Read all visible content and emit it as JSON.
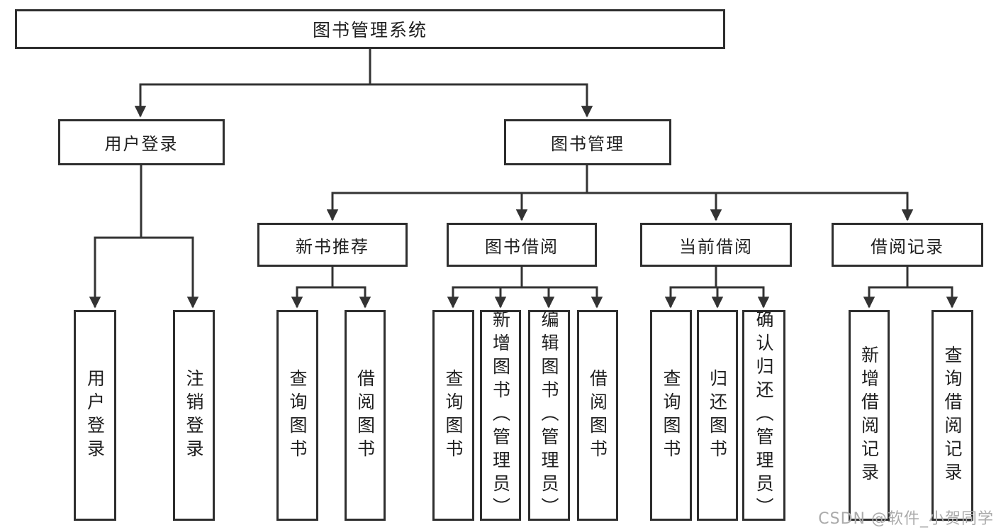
{
  "diagram": {
    "root_label": "图书管理系统",
    "branches": [
      {
        "label": "用户登录",
        "children": [
          {
            "label": "用户登录"
          },
          {
            "label": "注销登录"
          }
        ]
      },
      {
        "label": "图书管理",
        "children": [
          {
            "label": "新书推荐",
            "children": [
              {
                "label": "查询图书"
              },
              {
                "label": "借阅图书"
              }
            ]
          },
          {
            "label": "图书借阅",
            "children": [
              {
                "label": "查询图书"
              },
              {
                "label": "新增图书（管理员）"
              },
              {
                "label": "编辑图书（管理员）"
              },
              {
                "label": "借阅图书"
              }
            ]
          },
          {
            "label": "当前借阅",
            "children": [
              {
                "label": "查询图书"
              },
              {
                "label": "归还图书"
              },
              {
                "label": "确认归还（管理员）"
              }
            ]
          },
          {
            "label": "借阅记录",
            "children": [
              {
                "label": "新增借阅记录"
              },
              {
                "label": "查询借阅记录"
              }
            ]
          }
        ]
      }
    ]
  },
  "watermark": {
    "text": "CSDN @软件_小贺同学"
  },
  "colors": {
    "line": "#333333",
    "box_border": "#2e2e2e",
    "text": "#1f1f1f",
    "watermark": "#ababab",
    "background": "#ffffff"
  }
}
